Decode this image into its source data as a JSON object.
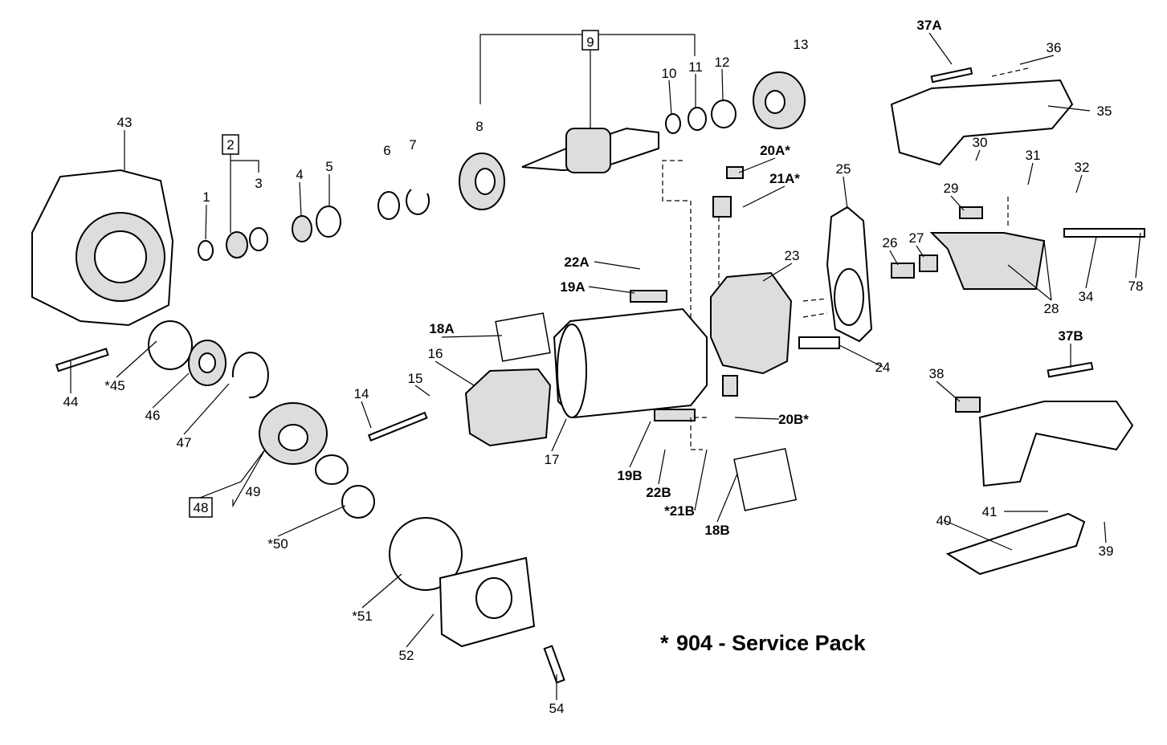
{
  "diagram": {
    "title": "904 - Service Pack",
    "title_marker": "*",
    "labels": {
      "p1": "1",
      "p2": "2",
      "p3": "3",
      "p4": "4",
      "p5": "5",
      "p6": "6",
      "p7": "7",
      "p8": "8",
      "p9": "9",
      "p10": "10",
      "p11": "11",
      "p12": "12",
      "p13": "13",
      "p14": "14",
      "p15": "15",
      "p16": "16",
      "p17": "17",
      "p18A": "18A",
      "p18B": "18B",
      "p19A": "19A",
      "p19B": "19B",
      "p20A": "20A*",
      "p20B": "20B*",
      "p21A": "21A*",
      "p21B": "*21B",
      "p22A": "22A",
      "p22B": "22B",
      "p23": "23",
      "p24": "24",
      "p25": "25",
      "p26": "26",
      "p27": "27",
      "p28": "28",
      "p29": "29",
      "p30": "30",
      "p31": "31",
      "p32": "32",
      "p34": "34",
      "p35": "35",
      "p36": "36",
      "p37A": "37A",
      "p37B": "37B",
      "p38": "38",
      "p39": "39",
      "p40": "40",
      "p41": "41",
      "p43": "43",
      "p44": "44",
      "p45": "*45",
      "p46": "46",
      "p47": "47",
      "p48": "48",
      "p49": "49",
      "p50": "*50",
      "p51": "*51",
      "p52": "52",
      "p54": "54",
      "p78": "78"
    }
  }
}
